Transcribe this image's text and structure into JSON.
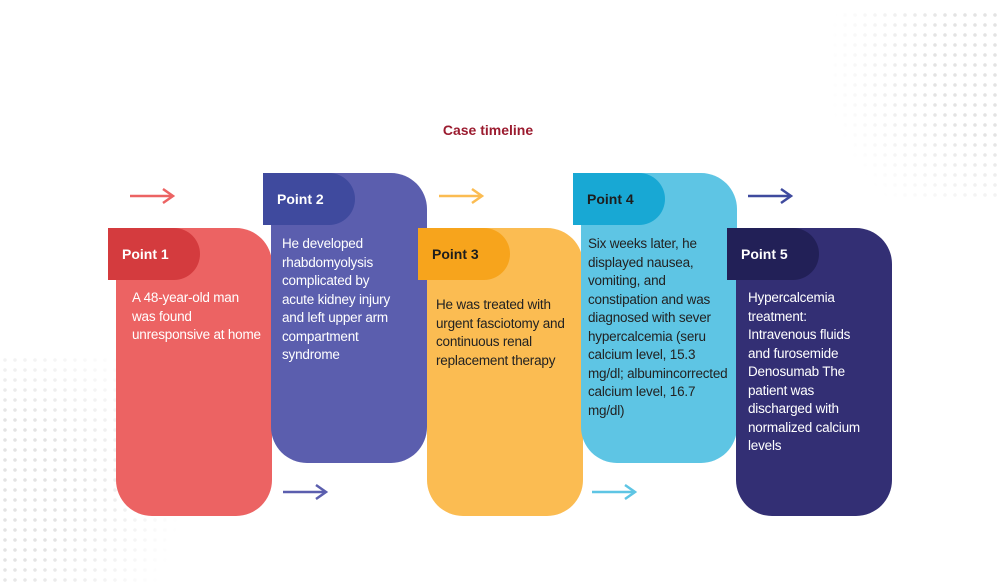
{
  "title": "Case timeline",
  "points": [
    {
      "label": "Point 1",
      "text": "A 48-year-old man was found unresponsive at home",
      "card_color": "#ec6363",
      "pill_color": "#d43b3e"
    },
    {
      "label": "Point 2",
      "text": "He developed rhabdomyolysis complicated by acute kidney injury and left upper arm compartment syndrome",
      "card_color": "#5b5eae",
      "pill_color": "#3f4a9e"
    },
    {
      "label": "Point 3",
      "text": "He was treated with urgent fasciotomy and continuous renal replacement therapy",
      "card_color": "#fbbc52",
      "pill_color": "#f7a41c"
    },
    {
      "label": "Point 4",
      "text": "Six weeks later, he displayed nausea, vomiting, and constipation and was diagnosed with sever hypercalcemia (seru calcium level, 15.3 mg/dl; albumincorrected calcium level, 16.7 mg/dl)",
      "card_color": "#5ec5e4",
      "pill_color": "#18a8d4"
    },
    {
      "label": "Point 5",
      "text": "Hypercalcemia treatment: Intravenous fluids and furosemide Denosumab The patient was discharged with normalized calcium levels",
      "card_color": "#332f74",
      "pill_color": "#222057"
    }
  ],
  "arrow_colors": {
    "red": "#ec6363",
    "orange": "#fbbc52",
    "navy": "#3f4a9e",
    "indigo": "#5b5eae",
    "cyan": "#5ec5e4"
  }
}
